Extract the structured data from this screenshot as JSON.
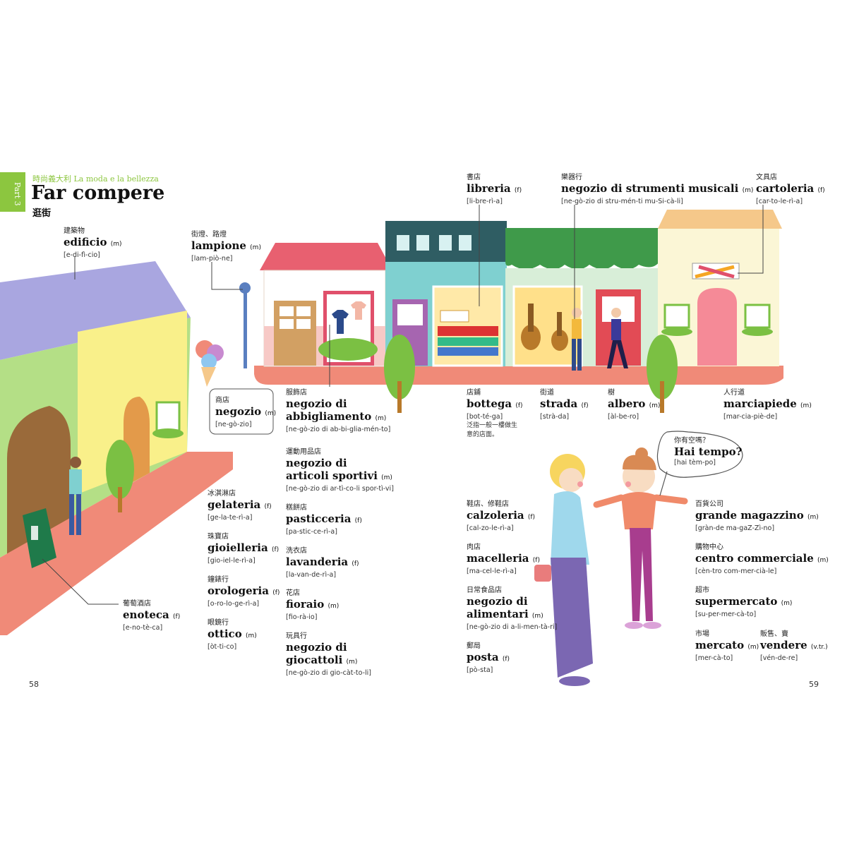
{
  "header": {
    "part_tab": "Part 3",
    "subtitle_zh": "時尚義大利",
    "subtitle_it": "La moda e la bellezza",
    "title": "Far compere",
    "title_zh": "逛街",
    "accent": "#8cc63f"
  },
  "entries": {
    "edificio": {
      "zh": "建築物",
      "it": "edificio",
      "g": "(m)",
      "pr": "[e-di-fì-cio]"
    },
    "lampione": {
      "zh": "街燈、路燈",
      "it": "lampione",
      "g": "(m)",
      "pr": "[lam-piò-ne]"
    },
    "libreria": {
      "zh": "書店",
      "it": "libreria",
      "g": "(f)",
      "pr": "[li-bre-rì-a]"
    },
    "strumenti": {
      "zh": "樂器行",
      "it": "negozio di strumenti musicali",
      "g": "(m)",
      "pr": "[ne-gò-zio di stru-mén-ti mu-Si-cà-li]"
    },
    "cartoleria": {
      "zh": "文具店",
      "it": "cartoleria",
      "g": "(f)",
      "pr": "[car-to-le-rì-a]"
    },
    "negozio": {
      "zh": "商店",
      "it": "negozio",
      "g": "(m)",
      "pr": "[ne-gò-zio]"
    },
    "abbigliamento": {
      "zh": "服飾店",
      "it1": "negozio di",
      "it2": "abbigliamento",
      "g": "(m)",
      "pr": "[ne-gò-zio di ab-bi-glia-mén-to]"
    },
    "bottega": {
      "zh": "店鋪",
      "it": "bottega",
      "g": "(f)",
      "pr": "[bot-té-ga]",
      "note1": "泛指一般一樓做生",
      "note2": "意的店面。"
    },
    "strada": {
      "zh": "街道",
      "it": "strada",
      "g": "(f)",
      "pr": "[strà-da]"
    },
    "albero": {
      "zh": "樹",
      "it": "albero",
      "g": "(m)",
      "pr": "[àl-be-ro]"
    },
    "marciapiede": {
      "zh": "人行道",
      "it": "marciapiede",
      "g": "(m)",
      "pr": "[mar-cia-piè-de]"
    },
    "sportivi": {
      "zh": "運動用品店",
      "it1": "negozio di",
      "it2": "articoli sportivi",
      "g": "(m)",
      "pr": "[ne-gò-zio di ar-tì-co-li spor-tì-vi]"
    },
    "tempo": {
      "zh": "你有空嗎？",
      "it": "Hai tempo?",
      "pr": "[hai tèm-po]"
    },
    "gelateria": {
      "zh": "冰淇淋店",
      "it": "gelateria",
      "g": "(f)",
      "pr": "[ge-la-te-rì-a]"
    },
    "pasticceria": {
      "zh": "糕餅店",
      "it": "pasticceria",
      "g": "(f)",
      "pr": "[pa-stic-ce-rì-a]"
    },
    "calzoleria": {
      "zh": "鞋店、修鞋店",
      "it": "calzoleria",
      "g": "(f)",
      "pr": "[cal-zo-le-rì-a]"
    },
    "magazzino": {
      "zh": "百貨公司",
      "it": "grande magazzino",
      "g": "(m)",
      "pr": "[gràn-de ma-gaZ-Zì-no]"
    },
    "gioielleria": {
      "zh": "珠寶店",
      "it": "gioielleria",
      "g": "(f)",
      "pr": "[gio-iel-le-rì-a]"
    },
    "lavanderia": {
      "zh": "洗衣店",
      "it": "lavanderia",
      "g": "(f)",
      "pr": "[la-van-de-rì-a]"
    },
    "macelleria": {
      "zh": "肉店",
      "it": "macelleria",
      "g": "(f)",
      "pr": "[ma-cel-le-rì-a]"
    },
    "commerciale": {
      "zh": "購物中心",
      "it": "centro commerciale",
      "g": "(m)",
      "pr": "[cèn-tro com-mer-cià-le]"
    },
    "orologeria": {
      "zh": "鐘錶行",
      "it": "orologeria",
      "g": "(f)",
      "pr": "[o-ro-lo-ge-rì-a]"
    },
    "fioraio": {
      "zh": "花店",
      "it": "fioraio",
      "g": "(m)",
      "pr": "[fio-rà-io]"
    },
    "alimentari": {
      "zh": "日常食品店",
      "it1": "negozio di",
      "it2": "alimentari",
      "g": "(m)",
      "pr": "[ne-gò-zio di a-li-men-tà-ri]"
    },
    "supermercato": {
      "zh": "超市",
      "it": "supermercato",
      "g": "(m)",
      "pr": "[su-per-mer-cà-to]"
    },
    "enoteca": {
      "zh": "葡萄酒店",
      "it": "enoteca",
      "g": "(f)",
      "pr": "[e-no-tè-ca]"
    },
    "ottico": {
      "zh": "眼鏡行",
      "it": "ottico",
      "g": "(m)",
      "pr": "[òt-ti-co]"
    },
    "giocattoli": {
      "zh": "玩具行",
      "it1": "negozio di",
      "it2": "giocattoli",
      "g": "(m)",
      "pr": "[ne-gò-zio di gio-càt-to-li]"
    },
    "posta": {
      "zh": "郵局",
      "it": "posta",
      "g": "(f)",
      "pr": "[pò-sta]"
    },
    "mercato": {
      "zh": "市場",
      "it": "mercato",
      "g": "(m)",
      "pr": "[mer-cà-to]"
    },
    "vendere": {
      "zh": "販售、賣",
      "it": "vendere",
      "g": "(v.tr.)",
      "pr": "[vén-de-re]"
    }
  },
  "page_numbers": {
    "left": "58",
    "right": "59"
  }
}
